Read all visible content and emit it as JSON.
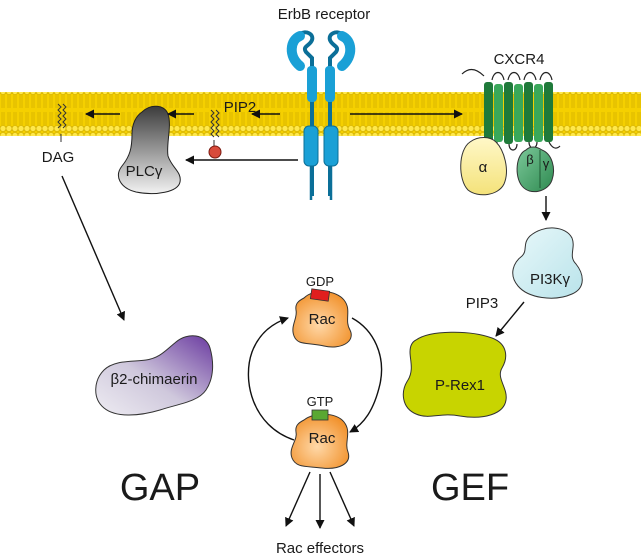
{
  "labels": {
    "erbb_receptor": "ErbB receptor",
    "cxcr4": "CXCR4",
    "pip2": "PIP2",
    "dag": "DAG",
    "plc": "PLCγ",
    "alpha": "α",
    "beta": "β",
    "gamma": "γ",
    "pi3k": "PI3Kγ",
    "pip3": "PIP3",
    "prex1": "P-Rex1",
    "chimaerin": "β2-chimaerin",
    "gdp": "GDP",
    "gtp": "GTP",
    "rac": "Rac",
    "gap": "GAP",
    "gef": "GEF",
    "rac_effectors": "Rac effectors"
  },
  "colors": {
    "membrane": "#f5d000",
    "membrane_head": "#ffe84a",
    "membrane_edge": "#c9a800",
    "erbb": "#1aa0d6",
    "erbb_dark": "#0b6f98",
    "cxcr4": "#1f7a3a",
    "cxcr4_light": "#3aa85a",
    "rac": "#f08a1e",
    "gdp": "#e01e1e",
    "gtp": "#5aa832",
    "prex1": "#c8d400",
    "pi3k": "#cfeef2",
    "chimaerin_dark": "#6a3aa0",
    "chimaerin_light": "#e4e0ea",
    "alpha": "#fff2a0",
    "betagamma": "#3aa060",
    "plc_dark": "#3c3c3c",
    "plc_light": "#f2f2f2",
    "pip2_head": "#d84a3a"
  }
}
